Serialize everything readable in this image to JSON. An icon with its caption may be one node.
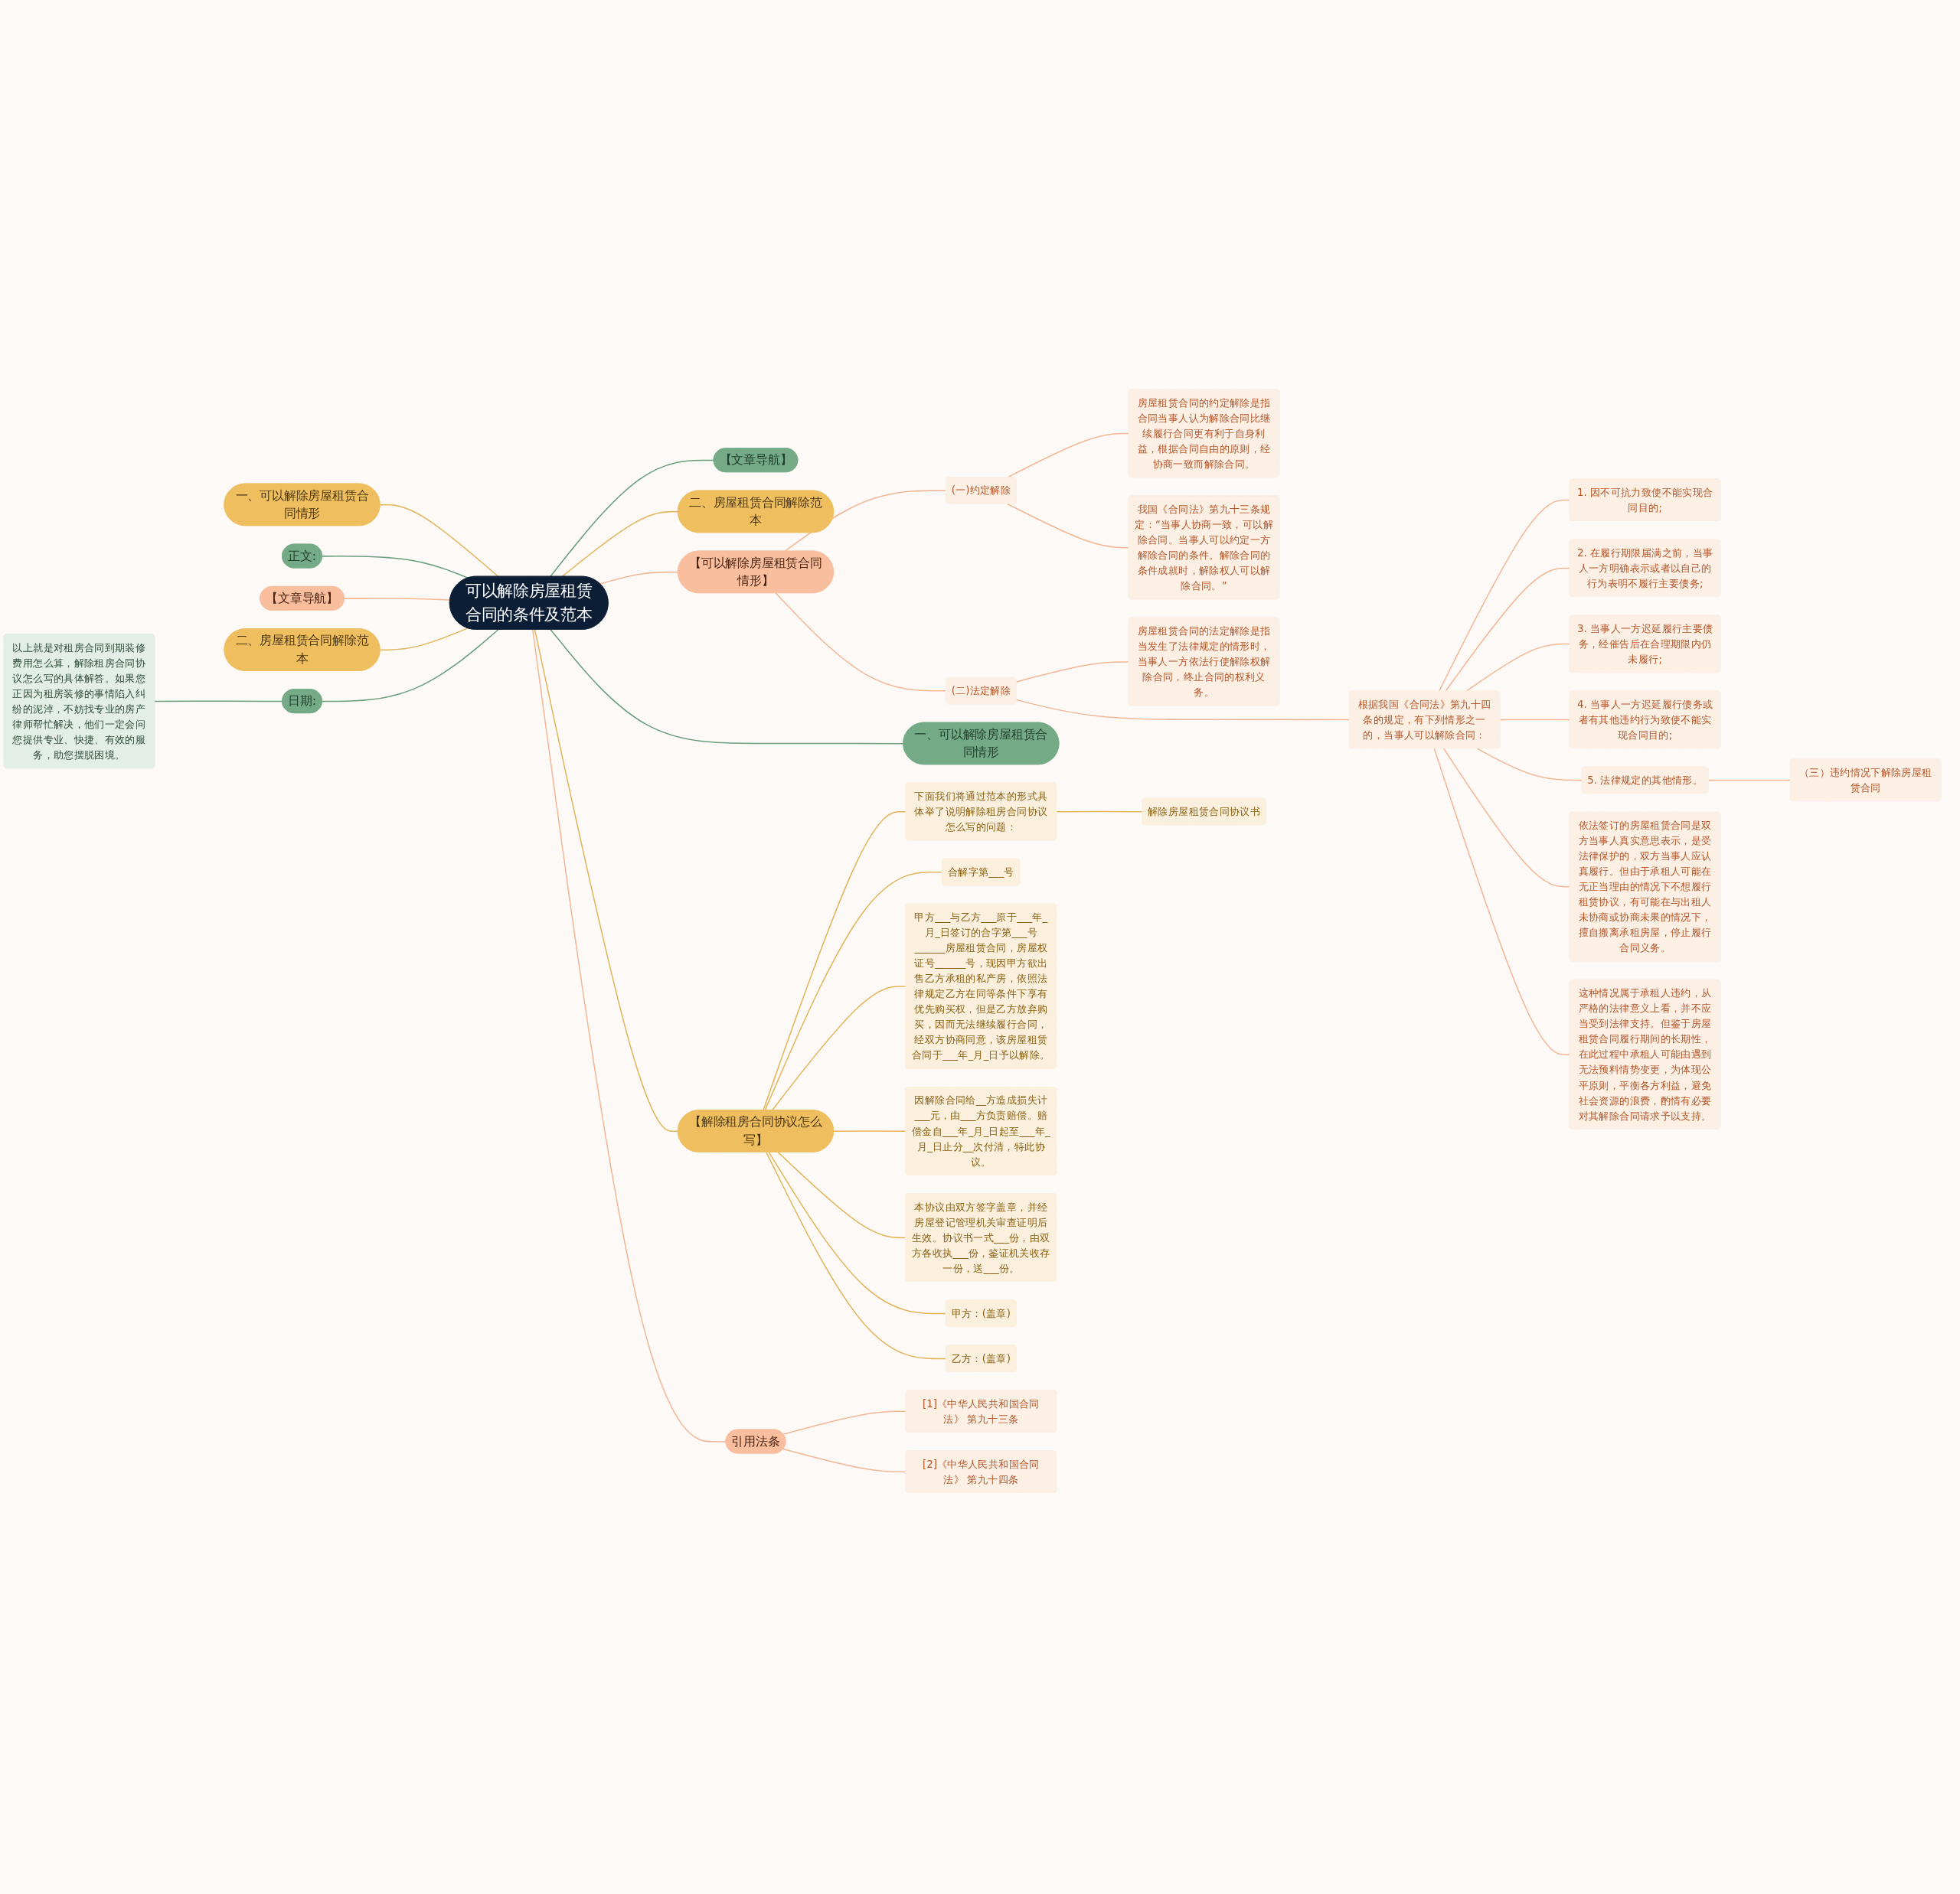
{
  "diagram": {
    "nodes": [
      {
        "text": [
          "可以解除房屋租赁合同的条件及范本"
        ]
      },
      {
        "text": [
          "【文章导航】"
        ]
      },
      {
        "text": [
          "二、房屋租赁合同解除范本"
        ]
      },
      {
        "text": [
          "【可以解除房屋租赁合同情形】"
        ]
      },
      {
        "text": [
          "(一)约定解除"
        ]
      },
      {
        "text": [
          "房屋租赁合同的约定解除是指合同当事人认为解除合同比继续履行合同更有利于自身利益，根据合同自由的原则，经协商一致而解除合同。"
        ]
      },
      {
        "text": [
          "我国《合同法》第九十三条规定：“当事人协商一致，可以解除合同。当事人可以约定一方解除合同的条件。解除合同的条件成就时，解除权人可以解除合同。”"
        ]
      },
      {
        "text": [
          "(二)法定解除"
        ]
      },
      {
        "text": [
          "房屋租赁合同的法定解除是指当发生了法律规定的情形时，当事人一方依法行使解除权解除合同，终止合同的权利义务。"
        ]
      },
      {
        "text": [
          "根据我国《合同法》第九十四条的规定，有下列情形之一的，当事人可以解除合同："
        ]
      },
      {
        "text": [
          "1. 因不可抗力致使不能实现合同目的;"
        ]
      },
      {
        "text": [
          "2. 在履行期限届满之前，当事人一方明确表示或者以自己的行为表明不履行主要债务;"
        ]
      },
      {
        "text": [
          "3. 当事人一方迟延履行主要债务，经催告后在合理期限内仍未履行;"
        ]
      },
      {
        "text": [
          "4. 当事人一方迟延履行债务或者有其他违约行为致使不能实现合同目的;"
        ]
      },
      {
        "text": [
          "5. 法律规定的其他情形。"
        ]
      },
      {
        "text": [
          "（三）违约情况下解除房屋租赁合同"
        ]
      },
      {
        "text": [
          "依法签订的房屋租赁合同是双方当事人真实意思表示，是受法律保护的，双方当事人应认真履行。但由于承租人可能在无正当理由的情况下不想履行租赁协议，有可能在与出租人未协商或协商未果的情况下，擅自搬离承租房屋，停止履行合同义务。"
        ]
      },
      {
        "text": [
          "这种情况属于承租人违约，从严格的法律意义上看，并不应当受到法律支持。但鉴于房屋租赁合同履行期间的长期性，在此过程中承租人可能由遇到无法预料情势变更，为体现公平原则，平衡各方利益，避免社会资源的浪费，酌情有必要对其解除合同请求予以支持。"
        ]
      },
      {
        "text": [
          "一、可以解除房屋租赁合同情形"
        ]
      },
      {
        "text": [
          "【解除租房合同协议怎么写】"
        ]
      },
      {
        "text": [
          "下面我们将通过范本的形式具体举了说明解除租房合同协议怎么写的问题："
        ]
      },
      {
        "text": [
          "解除房屋租赁合同协议书"
        ]
      },
      {
        "text": [
          "合解字第___号"
        ]
      },
      {
        "text": [
          "甲方___与乙方___原于___年_月_日签订的合字第___号______房屋租赁合同，房屋权证号______号，现因甲方欲出售乙方承租的私产房，依照法律规定乙方在同等条件下享有优先购买权，但是乙方放弃购买，因而无法继续履行合同，经双方协商同意，该房屋租赁合同于___年_月_日予以解除。"
        ]
      },
      {
        "text": [
          "因解除合同给__方造成损失计___元，由___方负责赔偿。赔偿金自___年_月_日起至___年_月_日止分__次付清，特此协议。"
        ]
      },
      {
        "text": [
          "本协议由双方签字盖章，并经房屋登记管理机关审查证明后生效。协议书一式___份，由双方各收执___份，鉴证机关收存一份，送___份。"
        ]
      },
      {
        "text": [
          "甲方：(盖章)"
        ]
      },
      {
        "text": [
          "乙方：(盖章)"
        ]
      },
      {
        "text": [
          "引用法条"
        ]
      },
      {
        "text": [
          "[1]《中华人民共和国合同法》 第九十三条"
        ]
      },
      {
        "text": [
          "[2]《中华人民共和国合同法》 第九十四条"
        ]
      },
      {
        "text": [
          "一、可以解除房屋租赁合同情形"
        ]
      },
      {
        "text": [
          "正文:"
        ]
      },
      {
        "text": [
          "【文章导航】"
        ]
      },
      {
        "text": [
          "二、房屋租赁合同解除范本"
        ]
      },
      {
        "text": [
          "日期:"
        ]
      },
      {
        "text": [
          "以上就是对租房合同到期装修费用怎么算，解除租房合同协议怎么写的具体解答。如果您正因为租房装修的事情陷入纠纷的泥淖，不妨找专业的房产律师帮忙解决，他们一定会问您提供专业、快捷、有效的服务，助您摆脱困境。"
        ]
      }
    ],
    "edges": [
      {
        "from": 0,
        "to": 1,
        "arrow": "none",
        "color": "#6a9e7f"
      },
      {
        "from": 0,
        "to": 2,
        "arrow": "none",
        "color": "#e3b55b"
      },
      {
        "from": 0,
        "to": 3,
        "arrow": "none"
      },
      {
        "from": 3,
        "to": 4,
        "arrow": "none"
      },
      {
        "from": 4,
        "to": 5,
        "arrow": "none"
      },
      {
        "from": 4,
        "to": 6,
        "arrow": "none"
      },
      {
        "from": 3,
        "to": 7,
        "arrow": "none"
      },
      {
        "from": 7,
        "to": 8,
        "arrow": "none"
      },
      {
        "from": 7,
        "to": 9,
        "arrow": "none"
      },
      {
        "from": 9,
        "to": 10,
        "arrow": "none"
      },
      {
        "from": 9,
        "to": 11,
        "arrow": "none"
      },
      {
        "from": 9,
        "to": 12,
        "arrow": "none"
      },
      {
        "from": 9,
        "to": 13,
        "arrow": "none"
      },
      {
        "from": 9,
        "to": 14,
        "arrow": "none"
      },
      {
        "from": 14,
        "to": 15,
        "arrow": "none"
      },
      {
        "from": 9,
        "to": 16,
        "arrow": "none"
      },
      {
        "from": 9,
        "to": 17,
        "arrow": "none"
      },
      {
        "from": 0,
        "to": 18,
        "arrow": "none",
        "color": "#6a9e7f"
      },
      {
        "from": 0,
        "to": 19,
        "arrow": "none",
        "color": "#e3b55b"
      },
      {
        "from": 19,
        "to": 20,
        "arrow": "none",
        "color": "#e3b55b"
      },
      {
        "from": 20,
        "to": 21,
        "arrow": "none",
        "color": "#e3b55b"
      },
      {
        "from": 19,
        "to": 22,
        "arrow": "none",
        "color": "#e3b55b"
      },
      {
        "from": 19,
        "to": 23,
        "arrow": "none",
        "color": "#e3b55b"
      },
      {
        "from": 19,
        "to": 24,
        "arrow": "none",
        "color": "#e3b55b"
      },
      {
        "from": 19,
        "to": 25,
        "arrow": "none",
        "color": "#e3b55b"
      },
      {
        "from": 19,
        "to": 26,
        "arrow": "none",
        "color": "#e3b55b"
      },
      {
        "from": 19,
        "to": 27,
        "arrow": "none",
        "color": "#e3b55b"
      },
      {
        "from": 0,
        "to": 28,
        "arrow": "none"
      },
      {
        "from": 28,
        "to": 29,
        "arrow": "none"
      },
      {
        "from": 28,
        "to": 30,
        "arrow": "none"
      },
      {
        "from": 31,
        "to": 0,
        "arrow": "none",
        "color": "#e3b55b"
      },
      {
        "from": 32,
        "to": 0,
        "arrow": "none",
        "color": "#6a9e7f"
      },
      {
        "from": 33,
        "to": 0,
        "arrow": "none"
      },
      {
        "from": 34,
        "to": 0,
        "arrow": "none",
        "color": "#e3b55b"
      },
      {
        "from": 35,
        "to": 0,
        "arrow": "none",
        "color": "#6a9e7f"
      },
      {
        "from": 36,
        "to": 35,
        "arrow": "none",
        "color": "#6a9e7f"
      }
    ]
  }
}
